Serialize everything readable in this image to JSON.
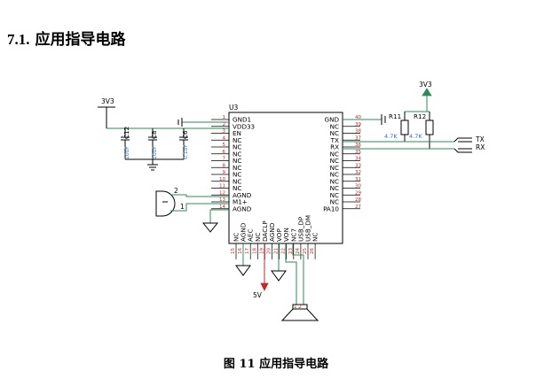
{
  "heading": {
    "number": "7.1.",
    "title": "应用指导电路"
  },
  "figure": {
    "caption": "图 11 应用指导电路"
  },
  "schematic": {
    "chip": {
      "ref": "U3"
    },
    "left_pins": [
      {
        "num": "1",
        "name": "GND1"
      },
      {
        "num": "2",
        "name": "VDD33"
      },
      {
        "num": "3",
        "name": "EN"
      },
      {
        "num": "4",
        "name": "NC"
      },
      {
        "num": "5",
        "name": "NC"
      },
      {
        "num": "6",
        "name": "NC"
      },
      {
        "num": "7",
        "name": "NC"
      },
      {
        "num": "8",
        "name": "NC"
      },
      {
        "num": "9",
        "name": "NC"
      },
      {
        "num": "10",
        "name": "NC"
      },
      {
        "num": "11",
        "name": "NC"
      },
      {
        "num": "12",
        "name": "AGND"
      },
      {
        "num": "13",
        "name": "M1+"
      },
      {
        "num": "14",
        "name": "AGND"
      }
    ],
    "right_pins": [
      {
        "num": "40",
        "name": "GND"
      },
      {
        "num": "39",
        "name": "NC"
      },
      {
        "num": "38",
        "name": "NC"
      },
      {
        "num": "37",
        "name": "TX"
      },
      {
        "num": "36",
        "name": "RX"
      },
      {
        "num": "35",
        "name": "NC"
      },
      {
        "num": "34",
        "name": "NC"
      },
      {
        "num": "33",
        "name": "NC"
      },
      {
        "num": "32",
        "name": "NC"
      },
      {
        "num": "31",
        "name": "NC"
      },
      {
        "num": "30",
        "name": "NC"
      },
      {
        "num": "29",
        "name": "NC"
      },
      {
        "num": "28",
        "name": "NC"
      },
      {
        "num": "27",
        "name": "PA10"
      }
    ],
    "bottom_pins": [
      {
        "num": "15",
        "name": "NC"
      },
      {
        "num": "16",
        "name": "AGND"
      },
      {
        "num": "17",
        "name": "AEC"
      },
      {
        "num": "18",
        "name": "NC"
      },
      {
        "num": "19",
        "name": "DACLP"
      },
      {
        "num": "20",
        "name": "AGND"
      },
      {
        "num": "21",
        "name": "VOP"
      },
      {
        "num": "22",
        "name": "VON"
      },
      {
        "num": "23",
        "name": "NC7"
      },
      {
        "num": "24",
        "name": "USB_DP"
      },
      {
        "num": "25",
        "name": "USB_DM"
      },
      {
        "num": "26",
        "name": "NC"
      }
    ],
    "power_left": "3V3",
    "power_right": "3V3",
    "power_5v": "5V",
    "capacitors": [
      {
        "ref": "C12",
        "value": "10uF"
      },
      {
        "ref": "C8",
        "value": "10uF"
      },
      {
        "ref": "C6",
        "value": "0.1uF"
      }
    ],
    "resistors": [
      {
        "ref": "R11",
        "value": "4.7K"
      },
      {
        "ref": "R12",
        "value": "4.7K"
      }
    ],
    "mic_pins": [
      "2",
      "1"
    ],
    "speaker_pins": "1 2",
    "uart_labels": {
      "tx": "TX",
      "rx": "RX"
    }
  }
}
